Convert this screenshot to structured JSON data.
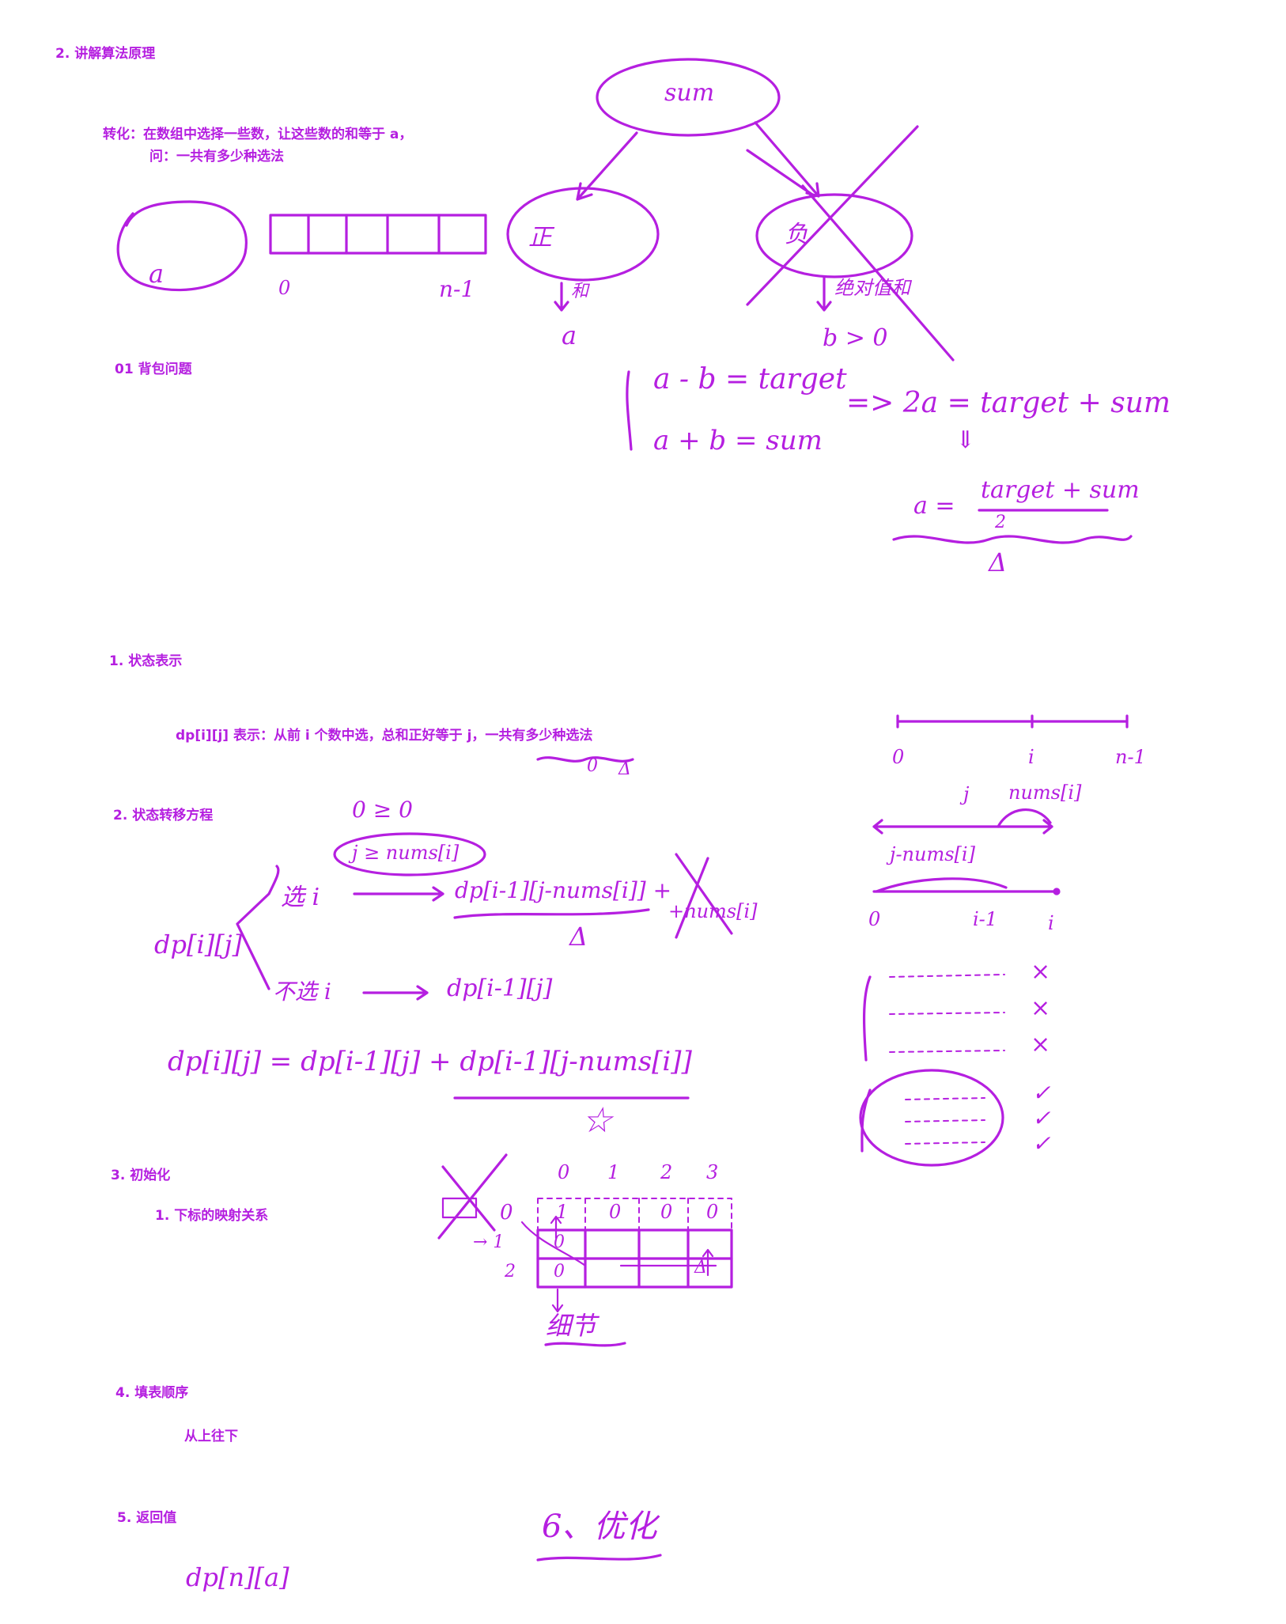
{
  "ink_color": "#b51fe0",
  "notes": {
    "heading_principle": "2. 讲解算法原理",
    "transform_line1": "转化：在数组中选择一些数，让这些数的和等于 a，",
    "transform_line2": "问：一共有多少种选法",
    "knapsack": "01 背包问题",
    "state_repr": "1. 状态表示",
    "state_def": "dp[i][j] 表示：从前 i 个数中选，总和正好等于 j，一共有多少种选法",
    "transition": "2. 状态转移方程",
    "init": "3. 初始化",
    "init_sub": "1. 下标的映射关系",
    "fill_order": "4. 填表顺序",
    "fill_order_value": "从上往下",
    "return_value": "5. 返回值"
  },
  "handwriting": {
    "sum_node": "sum",
    "pos_node": "正",
    "neg_node": "负",
    "sum_label": "和",
    "abs_sum_label": "绝对值和",
    "set_a": "a",
    "a_value": "a",
    "b_value": "b > 0",
    "index_zero": "0",
    "index_last": "n-1",
    "eq1": "a - b = target",
    "eq2": "a + b = sum",
    "derived": "=> 2a = target + sum",
    "down_arrow": "⇓",
    "a_equals": "a =",
    "frac_num": "target + sum",
    "frac_den": "2",
    "triangle": "Δ",
    "under_zero": "0",
    "under_delta": "Δ",
    "axis_0": "0",
    "axis_i": "i",
    "axis_n1": "n-1",
    "label_j": "j",
    "label_nums_i": "nums[i]",
    "label_j_minus": "j-nums[i]",
    "axis2_0": "0",
    "axis2_i1": "i-1",
    "axis2_i": "i",
    "cond1": "0 ≥ 0",
    "cond2": "j ≥ nums[i]",
    "choose_i": "选 i",
    "choose_expr": "dp[i-1][j-nums[i]] +",
    "choose_extra": "+nums[i]",
    "choose_delta": "Δ",
    "dp_ij": "dp[i][j]",
    "not_choose_i": "不选 i",
    "not_choose_expr": "dp[i-1][j]",
    "final_eq": "dp[i][j] = dp[i-1][j] + dp[i-1][j-nums[i]]",
    "star": "☆",
    "col_headers": [
      "0",
      "1",
      "2",
      "3"
    ],
    "row0": [
      "1",
      "0",
      "0",
      "0"
    ],
    "row_zero_label": "0",
    "row1_label": "→ 1",
    "row2_label": "2",
    "row1_col0": "0",
    "row2_col0": "0",
    "table_delta": "Δ",
    "init_label": "细节",
    "optimize": "6、优化",
    "return_expr": "dp[n][a]",
    "cross": "×",
    "check": "✓"
  }
}
